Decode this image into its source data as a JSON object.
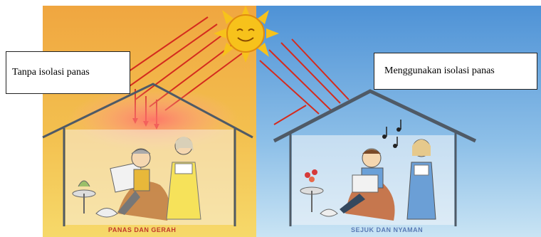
{
  "labels": {
    "left_callout": "Tanpa isolasi panas",
    "right_callout": "Menggunakan isolasi panas",
    "left_caption": "PANAS DAN GERAH",
    "right_caption": "SEJUK DAN NYAMAN"
  },
  "colors": {
    "warm_top": "#f0a640",
    "warm_bottom": "#f6d96a",
    "cool_top": "#4e92d6",
    "cool_bottom": "#c9e4f4",
    "sun": "#f7c21b",
    "heat_ray": "#d42b1e",
    "house_outline": "#4f5a66"
  }
}
